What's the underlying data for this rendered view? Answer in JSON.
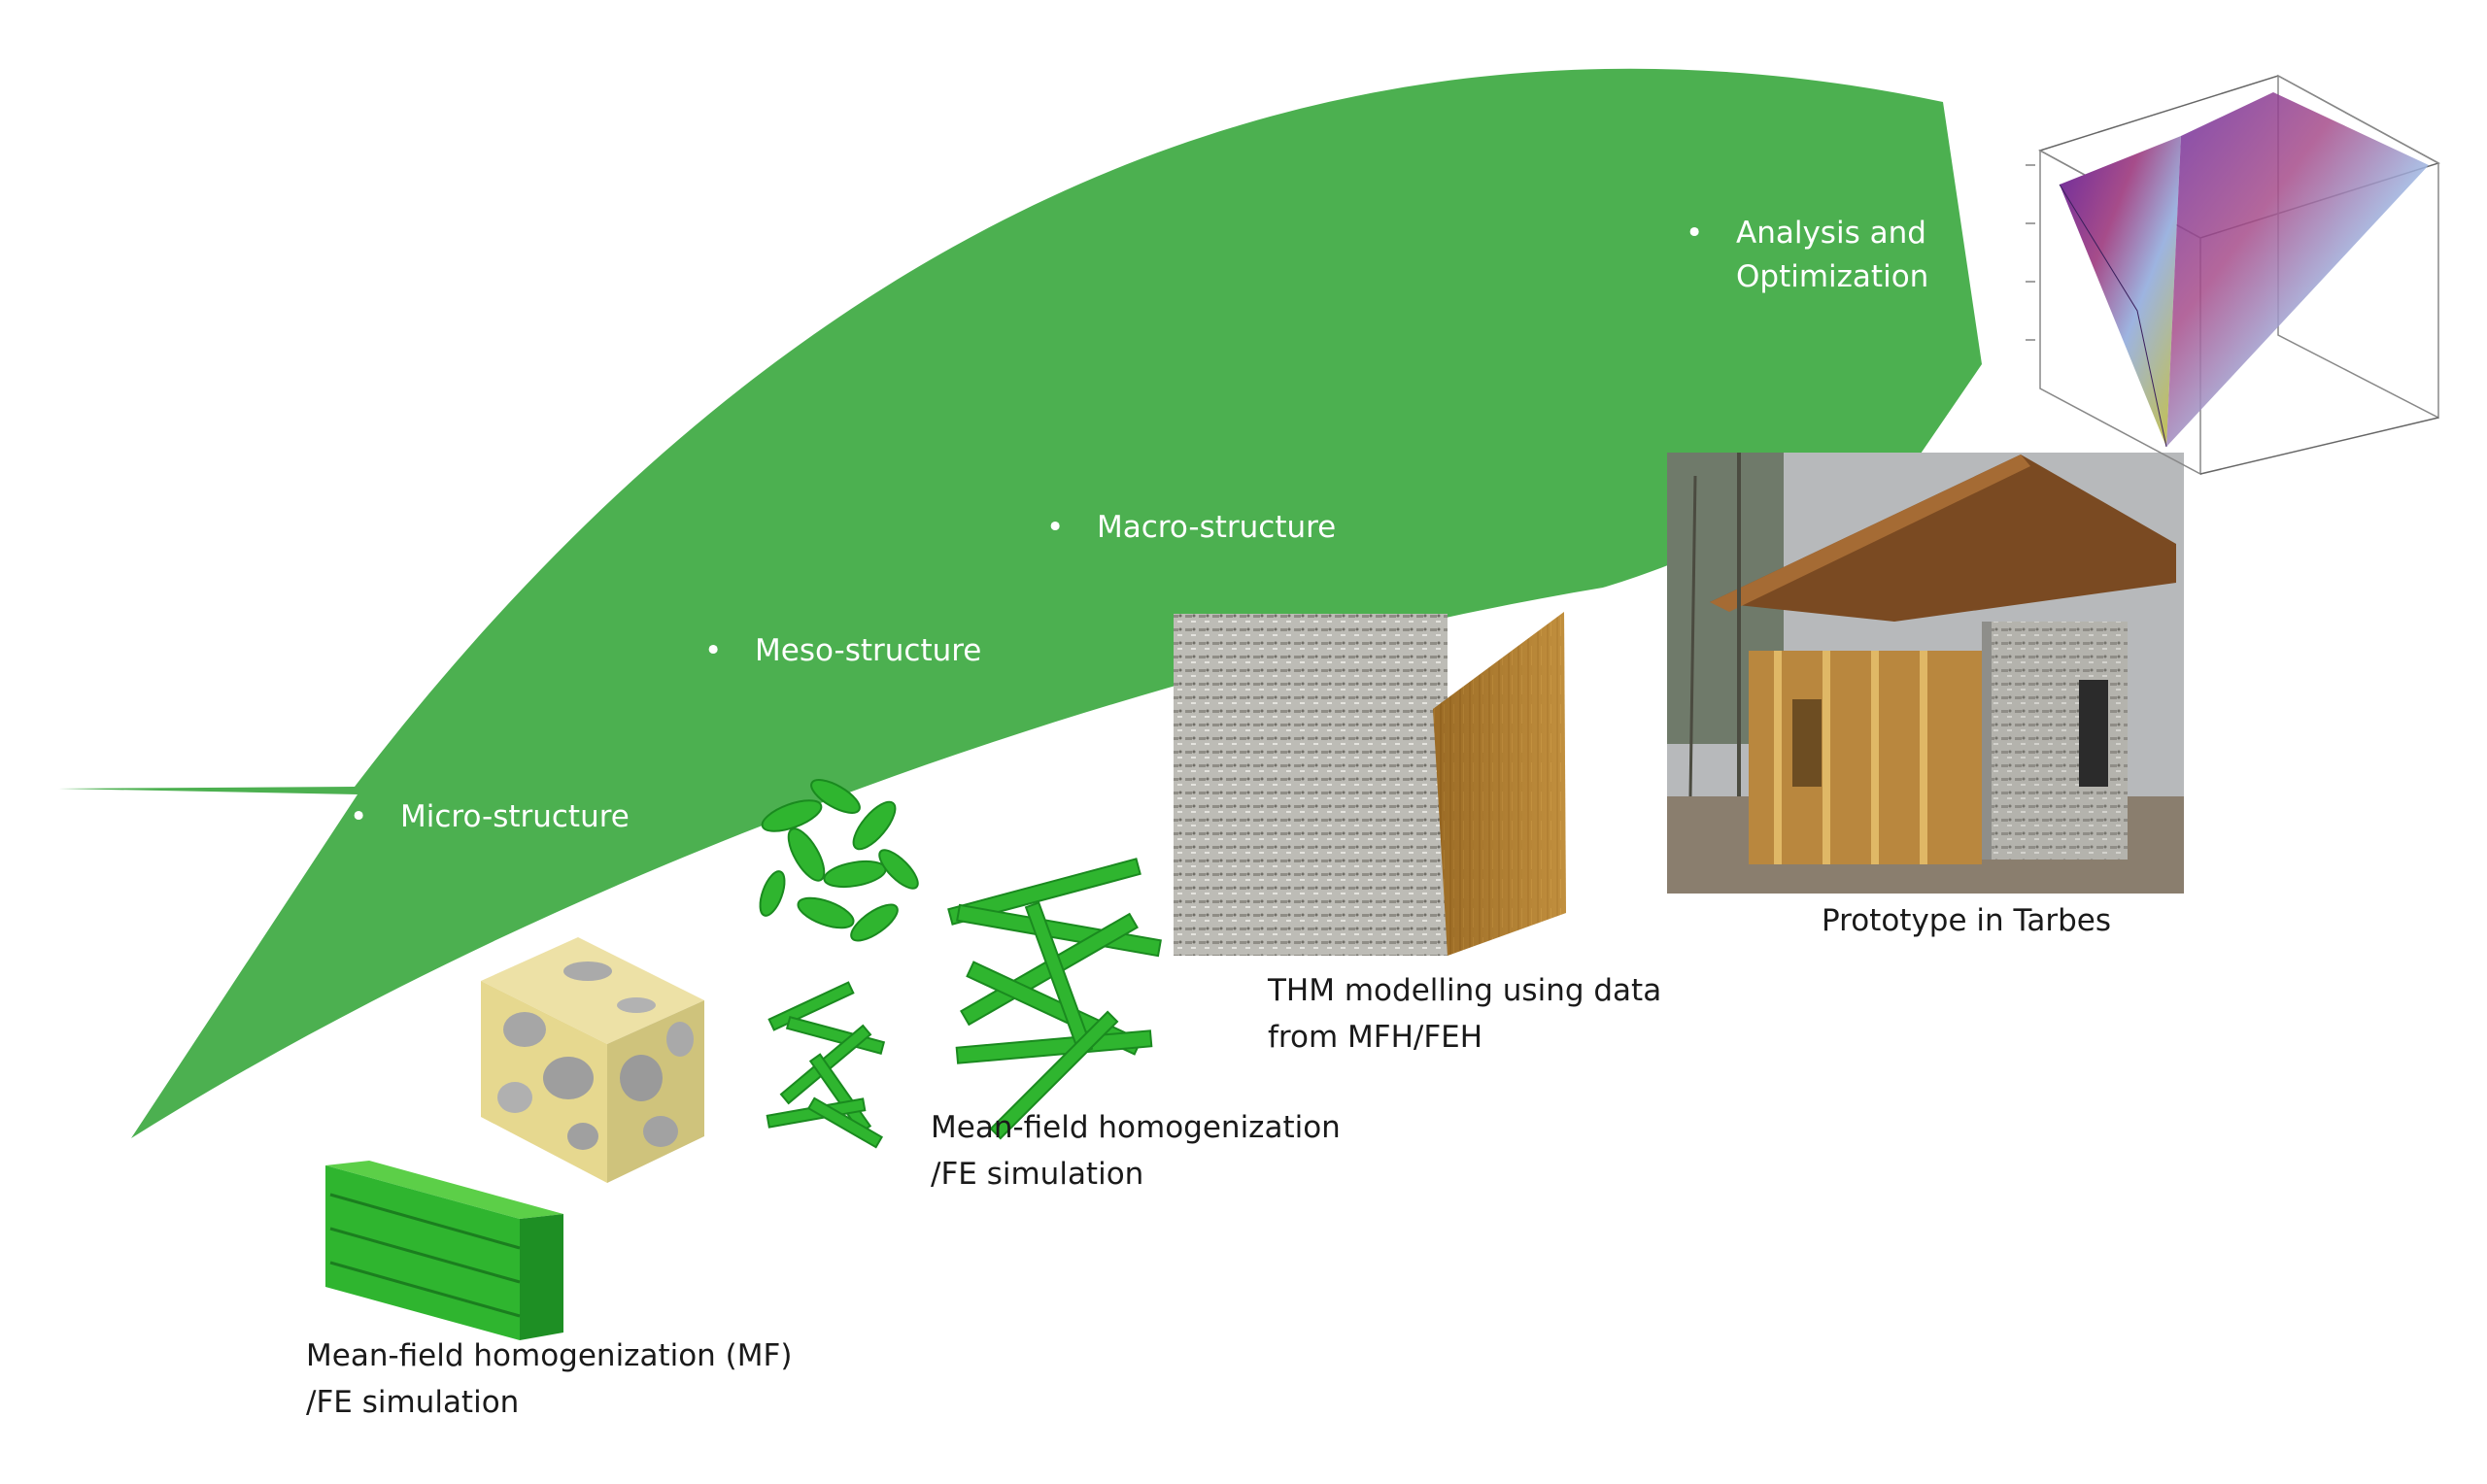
{
  "diagram": {
    "title": "Design of bio-based building materials",
    "stages": [
      {
        "label": "Micro-structure"
      },
      {
        "label": "Meso-structure"
      },
      {
        "label": "Macro-structure"
      },
      {
        "label": "Analysis and",
        "label2": "Optimization"
      }
    ],
    "captions": {
      "micro_line1": "Mean-field homogenization (MF)",
      "micro_line2": "/FE simulation",
      "meso_line1": "Mean-field homogenization",
      "meso_line2": "/FE simulation",
      "macro_line1": "THM modelling using data",
      "macro_line2": "from MFH/FEH",
      "prototype": "Prototype in Tarbes"
    },
    "colors": {
      "arrow": "#4cb050",
      "fiber": "#2fb52f",
      "text_on_arrow": "#ffffff",
      "caption": "#1a1a1a"
    }
  }
}
